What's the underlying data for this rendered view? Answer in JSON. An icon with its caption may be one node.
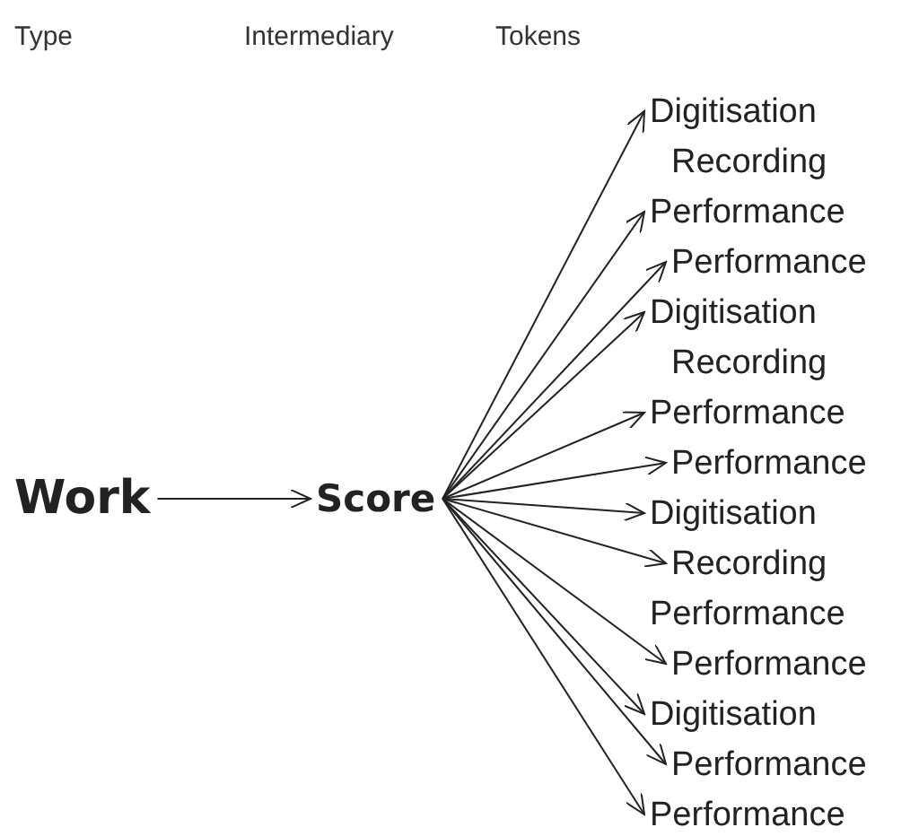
{
  "diagram": {
    "nodes": [
      {
        "text": [
          "Work"
        ]
      },
      {
        "text": [
          "Score"
        ]
      },
      {
        "text": [
          "Digitisation"
        ]
      },
      {
        "text": [
          "Recording"
        ]
      },
      {
        "text": [
          "Performance"
        ]
      },
      {
        "text": [
          "Performance"
        ]
      },
      {
        "text": [
          "Digitisation"
        ]
      },
      {
        "text": [
          "Recording"
        ]
      },
      {
        "text": [
          "Performance"
        ]
      },
      {
        "text": [
          "Performance"
        ]
      },
      {
        "text": [
          "Digitisation"
        ]
      },
      {
        "text": [
          "Recording"
        ]
      },
      {
        "text": [
          "Performance"
        ]
      },
      {
        "text": [
          "Performance"
        ]
      },
      {
        "text": [
          "Digitisation"
        ]
      },
      {
        "text": [
          "Performance"
        ]
      },
      {
        "text": [
          "Performance"
        ]
      }
    ],
    "edges": [
      {
        "from": 0,
        "to": 1,
        "arrow": "to"
      },
      {
        "from": 1,
        "to": 2,
        "arrow": "to"
      },
      {
        "from": 1,
        "to": 4,
        "arrow": "to"
      },
      {
        "from": 1,
        "to": 5,
        "arrow": "to"
      },
      {
        "from": 1,
        "to": 6,
        "arrow": "to"
      },
      {
        "from": 1,
        "to": 8,
        "arrow": "to"
      },
      {
        "from": 1,
        "to": 9,
        "arrow": "to"
      },
      {
        "from": 1,
        "to": 10,
        "arrow": "to"
      },
      {
        "from": 1,
        "to": 11,
        "arrow": "to"
      },
      {
        "from": 1,
        "to": 13,
        "arrow": "to"
      },
      {
        "from": 1,
        "to": 14,
        "arrow": "to"
      },
      {
        "from": 1,
        "to": 15,
        "arrow": "to"
      },
      {
        "from": 1,
        "to": 16,
        "arrow": "to"
      }
    ],
    "labels": [
      "Type",
      "Intermediary",
      "Tokens"
    ]
  }
}
